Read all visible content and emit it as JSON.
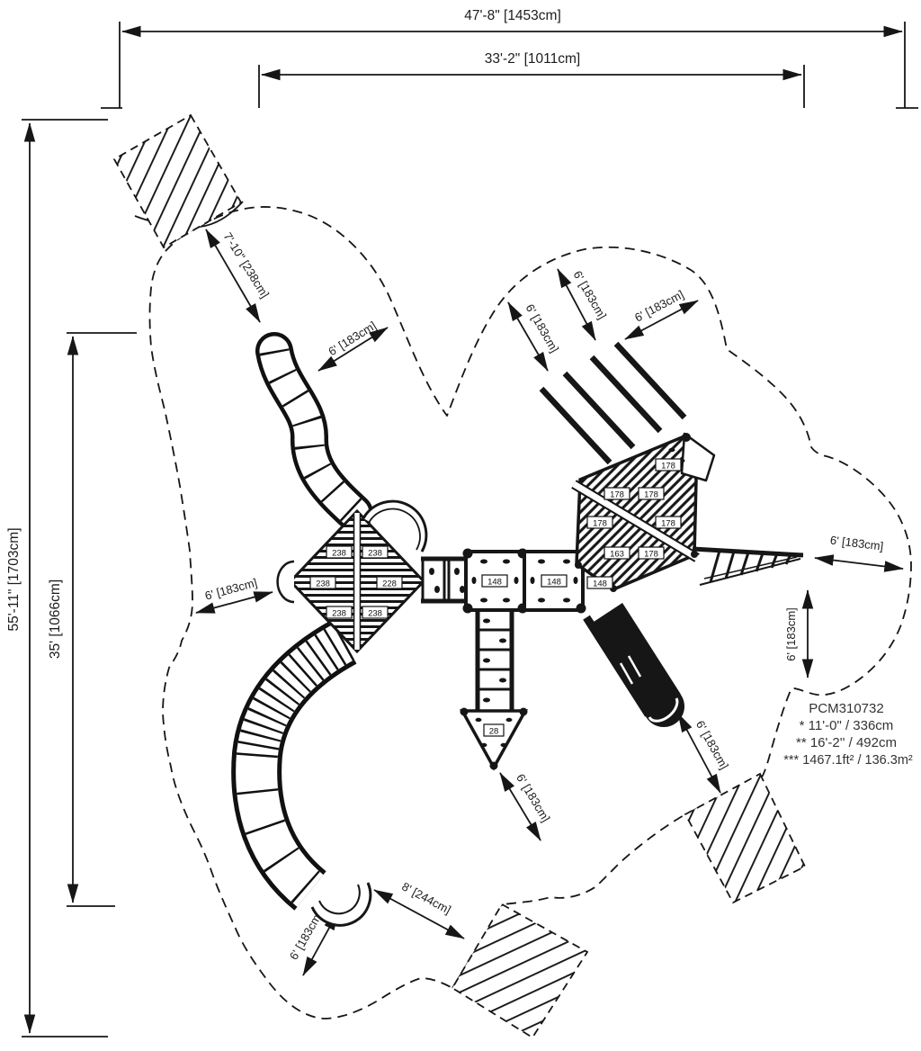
{
  "drawing": {
    "title": "playground-structure-plan",
    "model": {
      "number": "PCM310732",
      "note1": "* 11'-0\" / 336cm",
      "note2": "** 16'-2'' / 492cm",
      "note3": "*** 1467.1ft² / 136.3m²"
    },
    "dims": {
      "overall_width": "47'-8\" [1453cm]",
      "inner_width": "33'-2\" [1011cm]",
      "overall_height": "55'-11\" [1703cm]",
      "inner_height": "35' [1066cm]",
      "top_slide_length": "7'-10\" [238cm]",
      "bottom_slide_exit": "8' [244cm]",
      "clearance": "6' [183cm]"
    },
    "decks": {
      "left_hex": [
        "238",
        "238",
        "238",
        "228",
        "238",
        "238"
      ],
      "center": [
        "148",
        "148"
      ],
      "right_hex": [
        "178",
        "178",
        "178",
        "178",
        "178",
        "163",
        "178",
        "148"
      ],
      "triangle": [
        "28"
      ]
    }
  }
}
